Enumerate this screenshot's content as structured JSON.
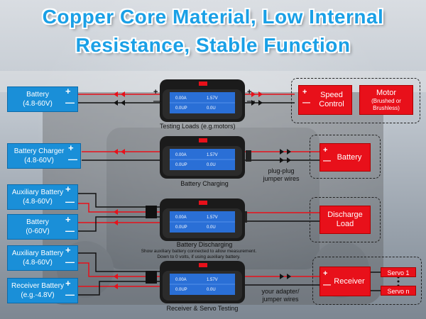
{
  "title": {
    "line1": "Copper Core Material, Low Internal",
    "line2": "Resistance, Stable Function"
  },
  "signs": {
    "plus": "+",
    "minus": "—"
  },
  "left_boxes": [
    {
      "name": "Battery",
      "range": "(4.8-60V)"
    },
    {
      "name": "Battery Charger",
      "range": "(4.8-60V)"
    },
    {
      "name": "Auxiliary Battery",
      "range": "(4.8-60V)"
    },
    {
      "name": "Battery",
      "range": "(0-60V)"
    },
    {
      "name": "Auxiliary Battery",
      "range": "(4.8-60V)"
    },
    {
      "name": "Receiver Battery",
      "range": "(e.g.-4.8V)"
    }
  ],
  "meter_display": {
    "top_left": "0.00A",
    "top_right": "1.57V",
    "bottom_left": "0.0UP",
    "bottom_right": "0.0U"
  },
  "captions": {
    "testing_loads": "Testing Loads (e.g.motors)",
    "battery_charging": "Battery Charging",
    "battery_discharging": "Battery Discharging",
    "discharge_note1": "Show auxiliary battery connected to allow measurement.",
    "discharge_note2": "Down to 0 volts, if using auxiliary battery.",
    "receiver_testing": "Receiver & Servo Testing",
    "plug_plug": "plug-plug",
    "jumper_wires": "jumper wires",
    "your_adapter": "your adapter/",
    "jumper_wires2": "jumper wires"
  },
  "right_boxes": {
    "speed_control": "Speed Control",
    "speed": "Speed",
    "control": "Control",
    "motor": "Motor",
    "motor_sub": "(Brushed or Brushless)",
    "battery": "Battery",
    "discharge": "Discharge",
    "load": "Load",
    "receiver": "Receiver",
    "servo1": "Servo 1",
    "servon": "Servo n"
  },
  "colors": {
    "blue_box": "#1a8fd8",
    "red_box": "#e8101a",
    "title": "#1aa0e6"
  }
}
